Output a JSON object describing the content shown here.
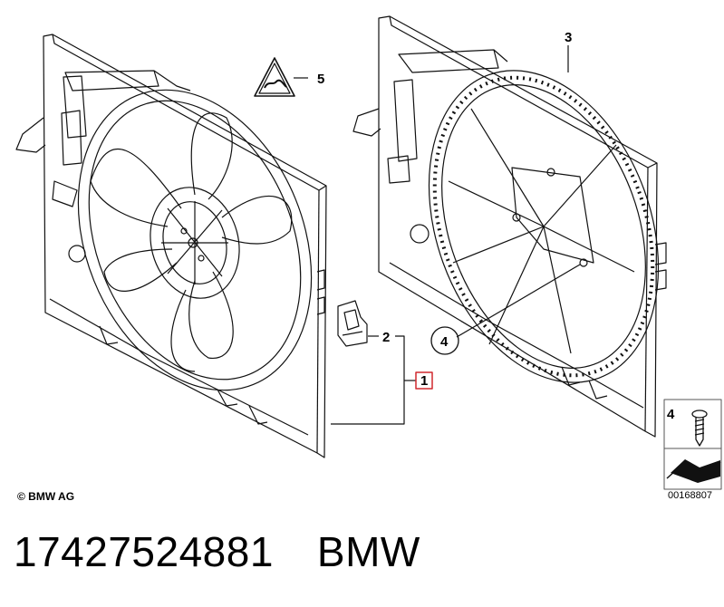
{
  "callouts": {
    "c1": "1",
    "c2": "2",
    "c3": "3",
    "c4_circle": "4",
    "c4_panel": "4",
    "c5": "5"
  },
  "footer": {
    "copyright": "© BMW AG",
    "doc_number": "00168807"
  },
  "caption": {
    "part_number": "17427524881",
    "brand": "BMW"
  },
  "colors": {
    "line": "#111111",
    "highlight_box": "#d0282e",
    "panel_border": "#555555"
  },
  "icons": [
    "warning-triangle-icon",
    "screw-icon",
    "arrow-panel-icon"
  ]
}
